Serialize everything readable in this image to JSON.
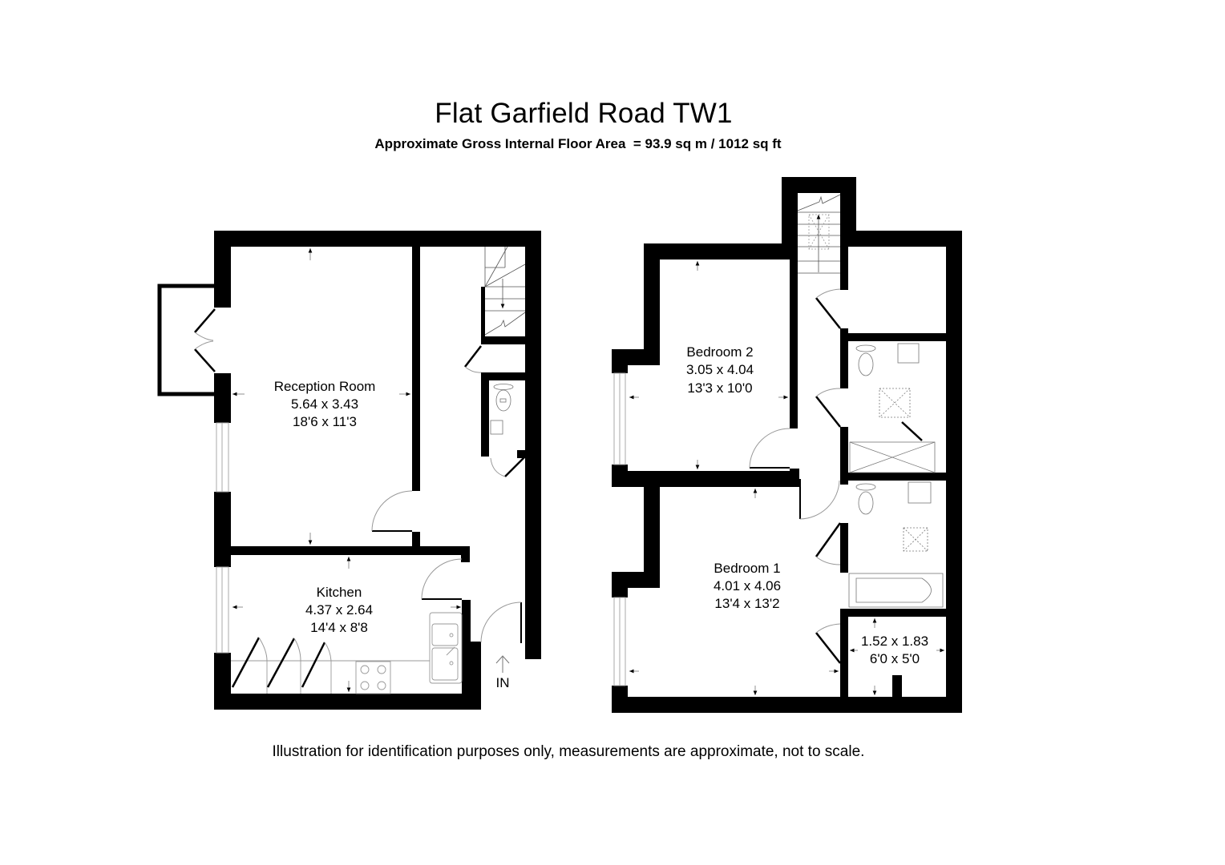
{
  "header": {
    "title": "Flat Garfield Road TW1",
    "subtitle": "Approximate Gross Internal Floor Area  = 93.9 sq m / 1012 sq ft"
  },
  "ground_floor": {
    "reception": {
      "name": "Reception Room",
      "metric": "5.64 x 3.43",
      "imperial": "18'6 x 11'3"
    },
    "kitchen": {
      "name": "Kitchen",
      "metric": "4.37 x 2.64",
      "imperial": "14'4 x 8'8"
    },
    "entrance_label": "IN"
  },
  "first_floor": {
    "bedroom2": {
      "name": "Bedroom 2",
      "metric": "3.05 x 4.04",
      "imperial": "13'3 x 10'0"
    },
    "bedroom1": {
      "name": "Bedroom 1",
      "metric": "4.01 x 4.06",
      "imperial": "13'4 x 13'2"
    },
    "store": {
      "metric": "1.52 x 1.83",
      "imperial": "6'0 x 5'0"
    }
  },
  "footer": {
    "disclaimer": "Illustration for identification purposes only, measurements are approximate, not to scale."
  },
  "colors": {
    "wall": "#000000",
    "fixture": "#888888",
    "background": "#ffffff"
  }
}
